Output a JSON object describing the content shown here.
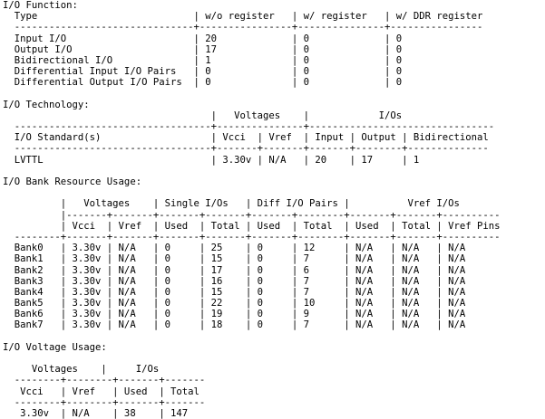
{
  "report": {
    "lines": [
      "I/O Function:",
      "  Type                           | w/o register   | w/ register   | w/ DDR register",
      "  -------------------------------+----------------+---------------+----------------",
      "  Input I/O                      | 20             | 0             | 0",
      "  Output I/O                     | 17             | 0             | 0",
      "  Bidirectional I/O              | 1              | 0             | 0",
      "  Differential Input I/O Pairs   | 0              | 0             | 0",
      "  Differential Output I/O Pairs  | 0              | 0             | 0",
      "",
      "I/O Technology:",
      "                                    |   Voltages    |            I/Os",
      "  ----------------------------------+---------------+--------------------------------",
      "  I/O Standard(s)                   | Vcci  | Vref  | Input | Output | Bidirectional",
      "  ----------------------------------+-------+-------+-------+--------+--------------",
      "  LVTTL                             | 3.30v | N/A   | 20    | 17     | 1",
      "",
      "I/O Bank Resource Usage:",
      "",
      "          |   Voltages    | Single I/Os   | Diff I/O Pairs |          Vref I/Os",
      "          |-------+-------+-------+-------+-------+--------+-------+-------+----------",
      "          | Vcci  | Vref  | Used  | Total | Used  | Total  | Used  | Total | Vref Pins",
      "  --------+-------+-------+-------+-------+-------+--------+-------+-------+----------",
      "  Bank0   | 3.30v | N/A   | 0     | 25    | 0     | 12     | N/A   | N/A   | N/A",
      "  Bank1   | 3.30v | N/A   | 0     | 15    | 0     | 7      | N/A   | N/A   | N/A",
      "  Bank2   | 3.30v | N/A   | 0     | 17    | 0     | 6      | N/A   | N/A   | N/A",
      "  Bank3   | 3.30v | N/A   | 0     | 16    | 0     | 7      | N/A   | N/A   | N/A",
      "  Bank4   | 3.30v | N/A   | 0     | 15    | 0     | 7      | N/A   | N/A   | N/A",
      "  Bank5   | 3.30v | N/A   | 0     | 22    | 0     | 10     | N/A   | N/A   | N/A",
      "  Bank6   | 3.30v | N/A   | 0     | 19    | 0     | 9      | N/A   | N/A   | N/A",
      "  Bank7   | 3.30v | N/A   | 0     | 18    | 0     | 7      | N/A   | N/A   | N/A",
      "",
      "I/O Voltage Usage:",
      "",
      "     Voltages    |     I/Os",
      "  --------+--------+-------+-------",
      "   Vcci   | Vref   | Used  | Total",
      "  --------+--------+-------+-------",
      "   3.30v  | N/A    | 38    | 147"
    ]
  }
}
